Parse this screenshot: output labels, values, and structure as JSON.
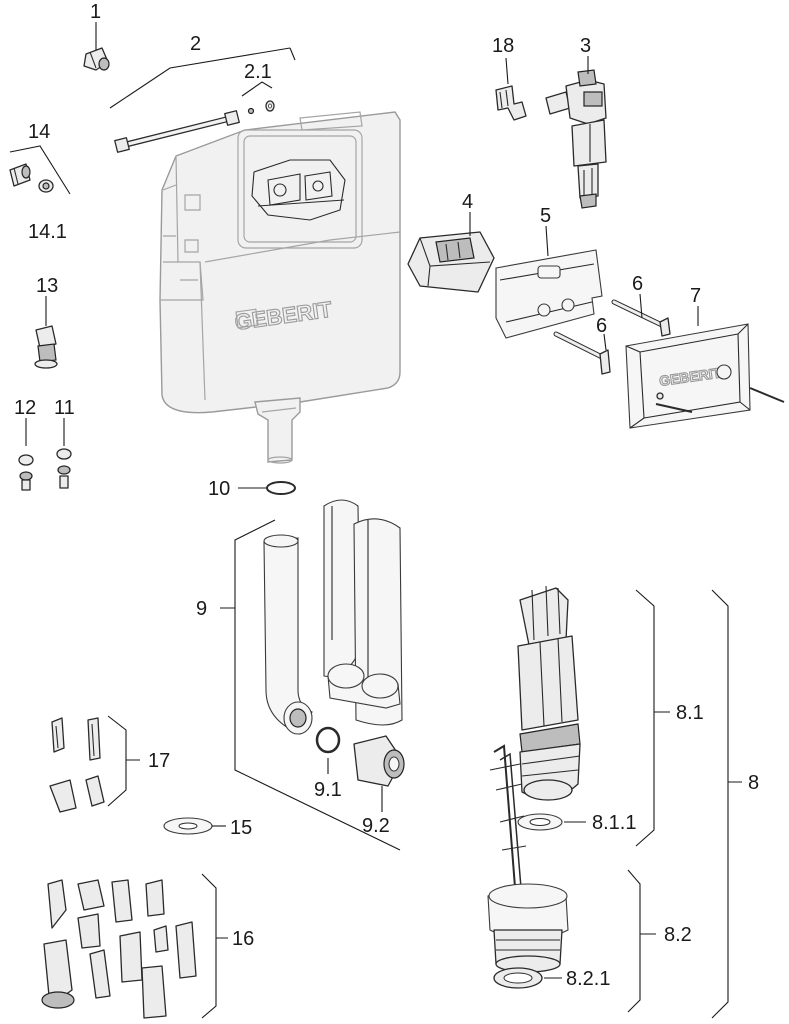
{
  "labels": {
    "l1": "1",
    "l2": "2",
    "l2_1": "2.1",
    "l3": "3",
    "l4": "4",
    "l5": "5",
    "l6a": "6",
    "l6b": "6",
    "l7": "7",
    "l8": "8",
    "l8_1": "8.1",
    "l8_1_1": "8.1.1",
    "l8_2": "8.2",
    "l8_2_1": "8.2.1",
    "l9": "9",
    "l9_1": "9.1",
    "l9_2": "9.2",
    "l10": "10",
    "l11": "11",
    "l12": "12",
    "l13": "13",
    "l14": "14",
    "l14_1": "14.1",
    "l15": "15",
    "l16": "16",
    "l17": "17",
    "l18": "18"
  },
  "brand": {
    "cistern_logo": "GEBERIT",
    "frame_logo": "GEBERIT"
  },
  "colors": {
    "line": "#1a1a1a",
    "cistern_outline": "#9a9a9a"
  }
}
